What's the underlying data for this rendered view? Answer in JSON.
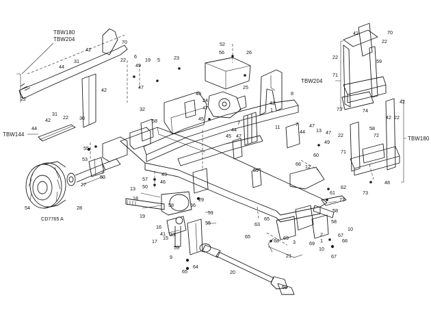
{
  "model_labels": {
    "tbw180_top": "TBW180",
    "tbw204_top": "TBW204",
    "tbw144": "TBW144",
    "tbw204_right": "TBW204",
    "tbw180_right": "TBW180"
  },
  "figure_code": "CD7765 A",
  "callouts": {
    "c1": "1",
    "c2": "2",
    "c3": "3",
    "c5": "5",
    "c6": "6",
    "c7": "7",
    "c8": "8",
    "c9": "9",
    "c10": "10",
    "c11": "11",
    "c12": "12",
    "c13": "13",
    "c15": "15",
    "c16": "16",
    "c17": "17",
    "c18": "18",
    "c19": "19",
    "c20": "20",
    "c21": "21",
    "c22a": "22",
    "c22b": "22",
    "c22c": "22",
    "c22d": "22",
    "c22e": "22",
    "c22f": "22",
    "c23": "23",
    "c24": "24",
    "c25": "25",
    "c26": "26",
    "c27": "27",
    "c28": "28",
    "c29": "29",
    "c30": "30",
    "c31a": "31",
    "c31b": "31",
    "c32": "32",
    "c33": "33",
    "c40": "40",
    "c41": "41",
    "c42a": "42",
    "c42b": "42",
    "c42c": "42",
    "c42d": "42",
    "c42e": "42",
    "c42f": "42",
    "c42g": "42",
    "c43": "43",
    "c44a": "44",
    "c44b": "44",
    "c44c": "44",
    "c44d": "44",
    "c45a": "45",
    "c45b": "45",
    "c46": "46",
    "c47a": "47",
    "c47b": "47",
    "c47c": "47",
    "c47d": "47",
    "c48": "48",
    "c49a": "49",
    "c49b": "49",
    "c50": "50",
    "c51": "51",
    "c52": "52",
    "c53": "53",
    "c54": "54",
    "c55a": "55",
    "c55b": "55",
    "c56a": "56",
    "c56b": "56",
    "c57": "57",
    "c58a": "58",
    "c58b": "58",
    "c58c": "58",
    "c59a": "59",
    "c59b": "59",
    "c59c": "59",
    "c59d": "59",
    "c60": "60",
    "c61": "61",
    "c62": "62",
    "c63": "63",
    "c64": "64",
    "c65a": "65",
    "c65b": "65",
    "c65c": "65",
    "c66a": "66",
    "c66b": "66",
    "c67a": "67",
    "c67b": "67",
    "c68": "68",
    "c69a": "69",
    "c69b": "69",
    "c70a": "70",
    "c70b": "70",
    "c71a": "71",
    "c71b": "71",
    "c72": "72",
    "c73a": "73",
    "c73b": "73",
    "c74": "74",
    "c10b": "10"
  }
}
